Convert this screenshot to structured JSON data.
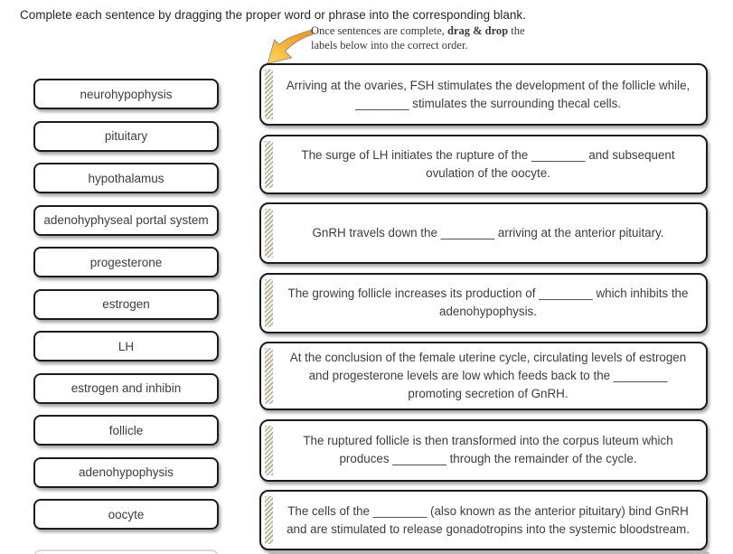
{
  "title": "Complete each sentence by dragging the proper word or phrase into the corresponding blank.",
  "callout": {
    "line1_prefix": "Once sentences are complete, ",
    "line1_bold": "drag & drop",
    "line1_suffix": " the",
    "line2": "labels below into the correct order.",
    "arrow_icon": "curved-arrow-down-left",
    "arrow_color_dark": "#ED9416",
    "arrow_color_light": "#FFD85C"
  },
  "labels": [
    "neurohypophysis",
    "pituitary",
    "hypothalamus",
    "adenohyphyseal portal system",
    "progesterone",
    "estrogen",
    "LH",
    "estrogen and inhibin",
    "follicle",
    "adenohypophysis",
    "oocyte"
  ],
  "sentences": [
    "Arriving at the ovaries, FSH stimulates the development of the follicle while, ________ stimulates the surrounding thecal cells.",
    "The surge of LH initiates the rupture of the ________ and subsequent ovulation of the oocyte.",
    "GnRH travels down the ________ arriving at the anterior pituitary.",
    "The growing follicle increases its production of ________ which inhibits the adenohypophysis.",
    "At the conclusion of the female uterine cycle, circulating levels of estrogen and progesterone levels are low which feeds back to the ________ promoting secretion of GnRH.",
    "The ruptured follicle is then transformed into the corpus luteum which produces ________ through the remainder of the cycle.",
    "The cells of the ________ (also known as the anterior pituitary) bind GnRH and are stimulated to release gonadotropins into the systemic bloodstream."
  ],
  "colors": {
    "box_border": "#1c1c1c",
    "text": "#3d3d3d",
    "hatch": "#b2ae98",
    "background": "#ffffff"
  }
}
